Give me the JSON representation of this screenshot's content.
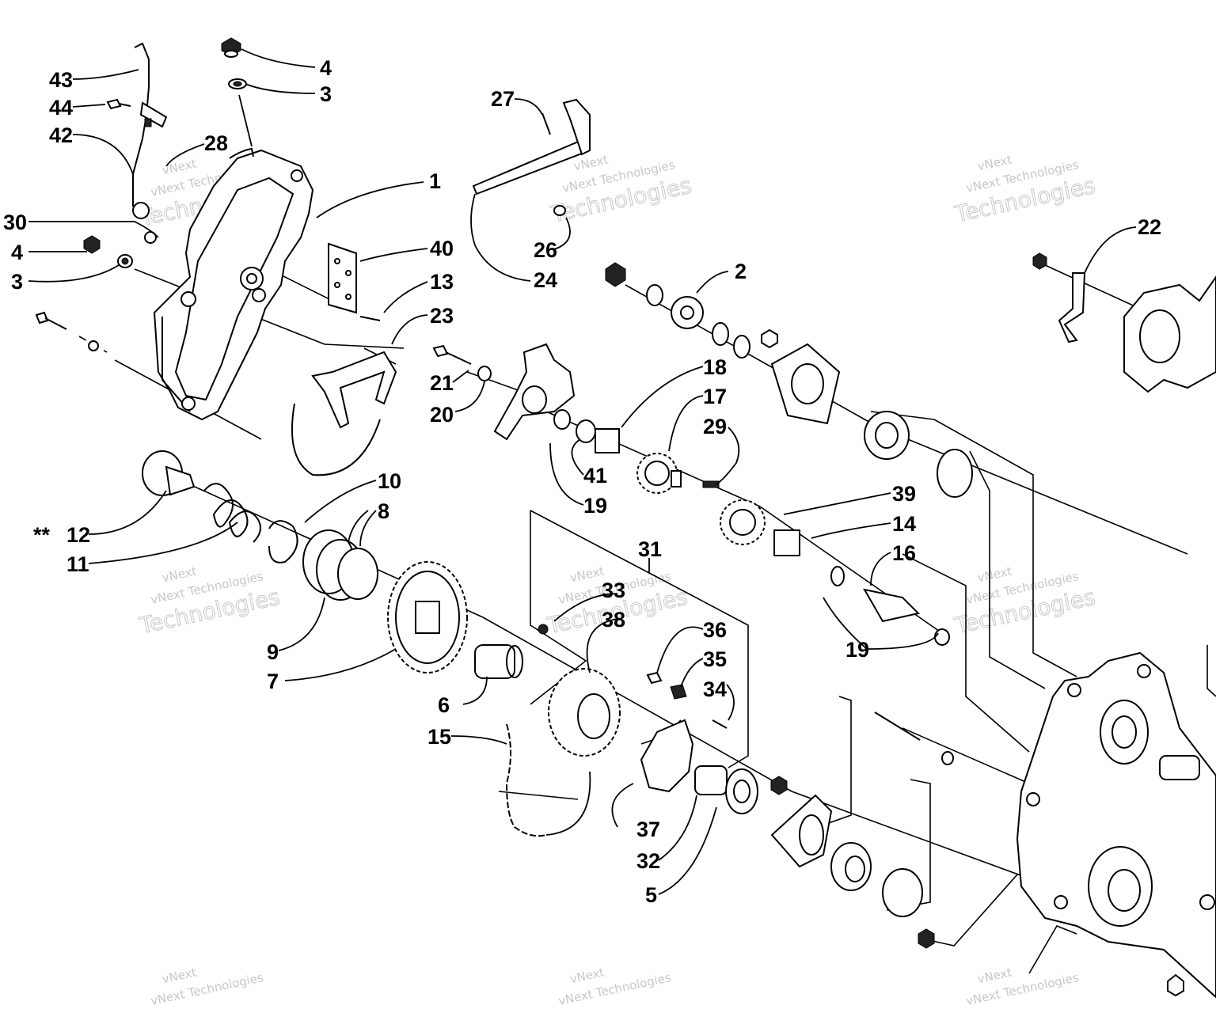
{
  "watermark": {
    "line1": "vNext",
    "line2": "vNext Technologies",
    "line3": "Technologies"
  },
  "callouts": {
    "c43": "43",
    "c44": "44",
    "c42": "42",
    "c4a": "4",
    "c3a": "3",
    "c28": "28",
    "c1": "1",
    "c30": "30",
    "c4b": "4",
    "c3b": "3",
    "c40": "40",
    "c13": "13",
    "c23": "23",
    "c27": "27",
    "c26": "26",
    "c24": "24",
    "c2": "2",
    "c22": "22",
    "c21": "21",
    "c20": "20",
    "c18": "18",
    "c17": "17",
    "c29": "29",
    "c41": "41",
    "c19a": "19",
    "c10": "10",
    "c8": "8",
    "c12": "12",
    "c12prefix": "**",
    "c11": "11",
    "c39": "39",
    "c14": "14",
    "c16": "16",
    "c31": "31",
    "c9": "9",
    "c33": "33",
    "c38": "38",
    "c36": "36",
    "c35": "35",
    "c34": "34",
    "c19b": "19",
    "c7": "7",
    "c6": "6",
    "c15": "15",
    "c37": "37",
    "c32": "32",
    "c5": "5"
  }
}
